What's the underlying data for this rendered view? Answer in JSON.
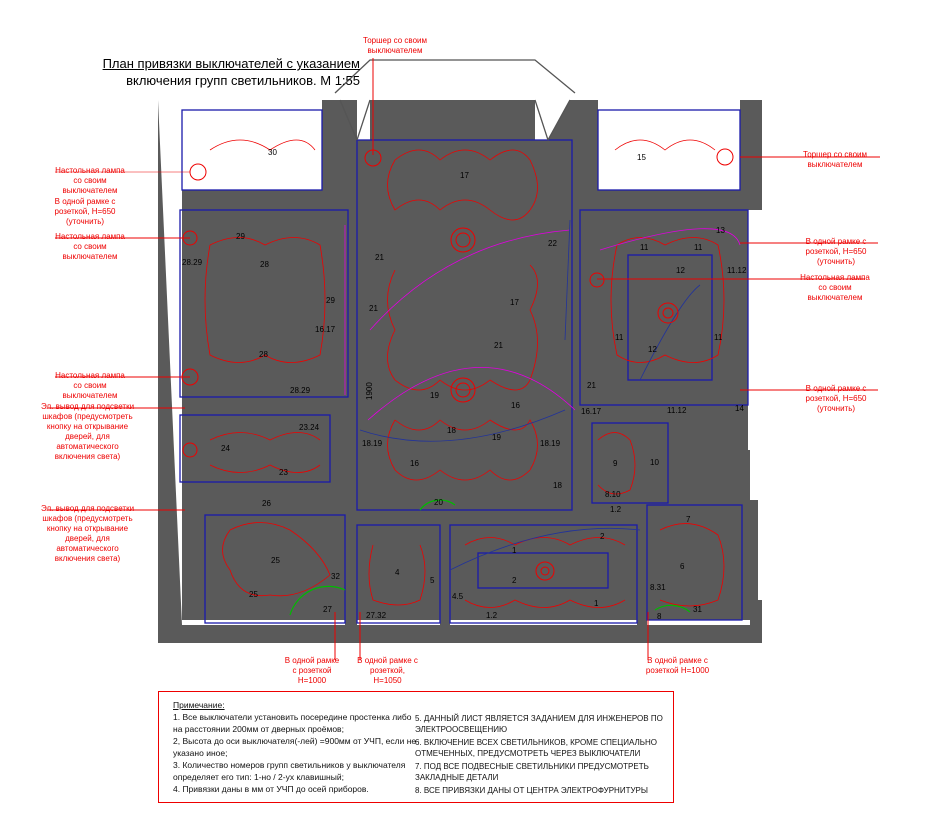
{
  "title": {
    "line1": "План привязки выключателей с указанием",
    "line2": "включения групп светильников. М 1:55"
  },
  "annotations": {
    "torsher_top": "Торшер со своим выключателем",
    "lamp_left_1": "Настольная лампа со своим выключателем",
    "frame_left": "В одной рамке с розеткой, H=650 (уточнить)",
    "lamp_left_2": "Настольная лампа со своим выключателем",
    "lamp_left_3": "Настольная лампа со своим выключателем",
    "cabinet_1": "Эл. вывод для подсветки шкафов (предусмотреть кнопку на открывание дверей, для автоматического включения света)",
    "cabinet_2": "Эл. вывод для подсветки шкафов (предусмотреть кнопку на открывание дверей, для автоматического включения света)",
    "torsher_right": "Торшер со своим выключателем",
    "frame_right_1": "В одной рамке с розеткой, H=650 (уточнить)",
    "lamp_right": "Настольная лампа со своим выключателем",
    "frame_right_2": "В одной рамке с розеткой, H=650 (уточнить)",
    "bottom_1": "В одной рамке с розеткой H=1000",
    "bottom_2": "В одной рамке с розеткой, H=1050",
    "bottom_3": "В одной рамке с розеткой H=1000"
  },
  "plan_labels": [
    "30",
    "17",
    "15",
    "29",
    "28",
    "28.29",
    "21",
    "22",
    "11",
    "13",
    "11",
    "12",
    "11.12",
    "29",
    "17",
    "21",
    "16.17",
    "11",
    "12",
    "11",
    "21",
    "28",
    "19",
    "28.29",
    "16",
    "21",
    "16.17",
    "11.12",
    "14",
    "23.24",
    "18",
    "19",
    "18.19",
    "18.19",
    "9",
    "10",
    "24",
    "23",
    "16",
    "18",
    "8.10",
    "1.2",
    "26",
    "20",
    "7",
    "2",
    "1",
    "25",
    "4",
    "2",
    "6",
    "32",
    "5",
    "25",
    "8.31",
    "4.5",
    "1",
    "27",
    "27.32",
    "1.2",
    "31",
    "8",
    "1900"
  ],
  "notes": {
    "heading": "Примечание:",
    "items_left": [
      "1.  Все выключатели установить посередине простенка либо на расстоянии 200мм от дверных проёмов;",
      "2, Высота до оси выключателя(-лей) =900мм от УЧП, если не указано иное;",
      "3. Количество номеров групп светильников у выключателя определяет его тип: 1-но / 2-ух клавишный;",
      "4. Привязки даны в мм от УЧП до осей приборов."
    ],
    "items_right": [
      "5. ДАННЫЙ ЛИСТ ЯВЛЯЕТСЯ ЗАДАНИЕМ ДЛЯ ИНЖЕНЕРОВ ПО ЭЛЕКТРООСВЕЩЕНИЮ",
      "6. ВКЛЮЧЕНИЕ ВСЕХ СВЕТИЛЬНИКОВ, КРОМЕ СПЕЦИАЛЬНО ОТМЕЧЕННЫХ, ПРЕДУСМОТРЕТЬ ЧЕРЕЗ ВЫКЛЮЧАТЕЛИ",
      "7. ПОД ВСЕ ПОДВЕСНЫЕ СВЕТИЛЬНИКИ ПРЕДУСМОТРЕТЬ ЗАКЛАДНЫЕ ДЕТАЛИ",
      "8. ВСЕ ПРИВЯЗКИ ДАНЫ ОТ ЦЕНТРА ЭЛЕКТРОФУРНИТУРЫ"
    ]
  },
  "colors": {
    "wall": "#5a5a5a",
    "room_line": "#1a1aaa",
    "light": "#e00000",
    "switch": "#3333cc",
    "accent": "#e000e0"
  }
}
